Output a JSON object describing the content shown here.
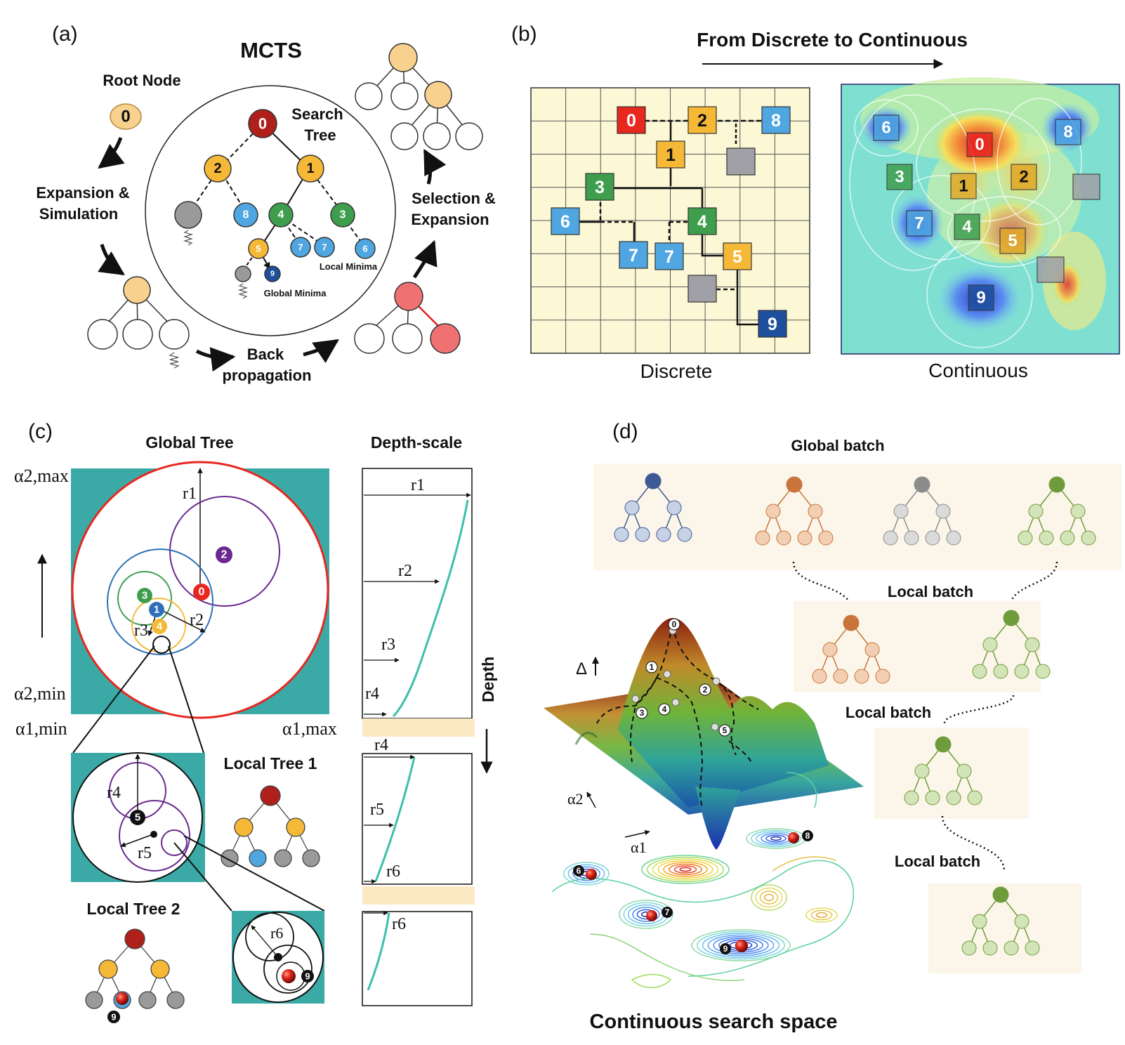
{
  "panel_a": {
    "label": "(a)",
    "title": "MCTS",
    "root_node": "Root Node",
    "root_id": "0",
    "expansion_simulation": [
      "Expansion &",
      "Simulation"
    ],
    "selection_expansion": [
      "Selection &",
      "Expansion"
    ],
    "back_propagation": [
      "Back",
      "propagation"
    ],
    "search_tree": [
      "Search",
      "Tree"
    ],
    "local_minima": "Local Minima",
    "global_minima": "Global Minima",
    "node_ids": [
      "0",
      "2",
      "1",
      "8",
      "4",
      "3",
      "5",
      "7",
      "7",
      "6",
      "9"
    ]
  },
  "panel_b": {
    "label": "(b)",
    "title": "From Discrete  to Continuous",
    "discrete_caption": "Discrete",
    "continuous_caption": "Continuous",
    "discrete_nodes": [
      "0",
      "2",
      "8",
      "1",
      "3",
      "6",
      "4",
      "7",
      "7",
      "5",
      "9"
    ],
    "continuous_nodes": [
      "6",
      "0",
      "8",
      "3",
      "1",
      "2",
      "7",
      "4",
      "5",
      "9"
    ]
  },
  "panel_c": {
    "label": "(c)",
    "global_tree": "Global Tree",
    "depth_scale": "Depth-scale",
    "depth": "Depth",
    "alpha2_max": "α2,max",
    "alpha2_min": "α2,min",
    "alpha1_min": "α1,min",
    "alpha1_max": "α1,max",
    "local_tree_1": "Local Tree 1",
    "local_tree_2": "Local Tree 2",
    "radii": [
      "r1",
      "r2",
      "r3",
      "r4",
      "r5",
      "r6"
    ],
    "circle_ids": [
      "2",
      "0",
      "3",
      "1",
      "4",
      "5",
      "9"
    ]
  },
  "panel_d": {
    "label": "(d)",
    "global_batch": "Global batch",
    "local_batch": "Local batch",
    "continuous_search_space": "Continuous  search space",
    "delta": "Δ",
    "alpha1": "α1",
    "alpha2": "α2",
    "surface_ids": [
      "0",
      "1",
      "2",
      "3",
      "4",
      "5"
    ],
    "minima_ids": [
      "6",
      "7",
      "8",
      "9"
    ]
  },
  "colors": {
    "red": "#d7262b",
    "orange": "#f5b937",
    "blue": "#4fa6e0",
    "green": "#3f9e4e",
    "gray": "#9a9a9a",
    "teal": "#3ba9a6",
    "cream": "#fcf8d6",
    "purple": "#6a2a8f",
    "tree_blue": "#2e5090",
    "tree_orange": "#c8743a",
    "tree_gray": "#8c8c8c",
    "tree_green": "#6f9c3a"
  }
}
